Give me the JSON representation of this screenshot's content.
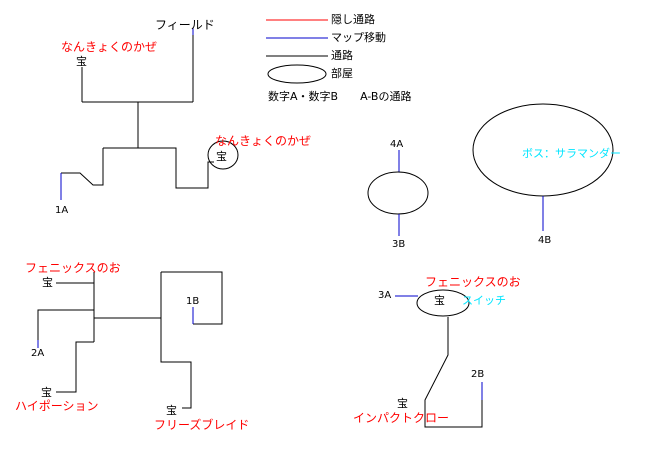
{
  "colors": {
    "hidden": "#ff0000",
    "mapmove": "#0000cc",
    "path": "#000000",
    "red_text": "#ff0000",
    "cyan_text": "#00e5ff",
    "black_text": "#000000"
  },
  "legend": {
    "hidden_passage": "隠し通路",
    "map_move": "マップ移動",
    "passage": "通路",
    "room": "部屋",
    "notation": "数字A・数字B　　A-Bの通路"
  },
  "labels": {
    "field": "フィールド",
    "nankyoku_1": "なんきょくのかぜ",
    "nankyoku_2": "なんきょくのかぜ",
    "treasure_1": "宝",
    "treasure_2": "宝",
    "n1a": "1A",
    "n4a": "4A",
    "n3b": "3B",
    "boss": "ボス：サラマンダー",
    "n4b": "4B",
    "phoenix_1": "フェニックスのお",
    "treasure_3": "宝",
    "n2a": "2A",
    "treasure_4": "宝",
    "hipotion": "ハイポーション",
    "n1b": "1B",
    "treasure_5": "宝",
    "freeze_blade": "フリーズブレイド",
    "phoenix_2": "フェニックスのお",
    "n3a": "3A",
    "treasure_6": "宝",
    "switch": "スイッチ",
    "n2b": "2B",
    "treasure_7": "宝",
    "impact_claw": "インパクトクロー"
  }
}
